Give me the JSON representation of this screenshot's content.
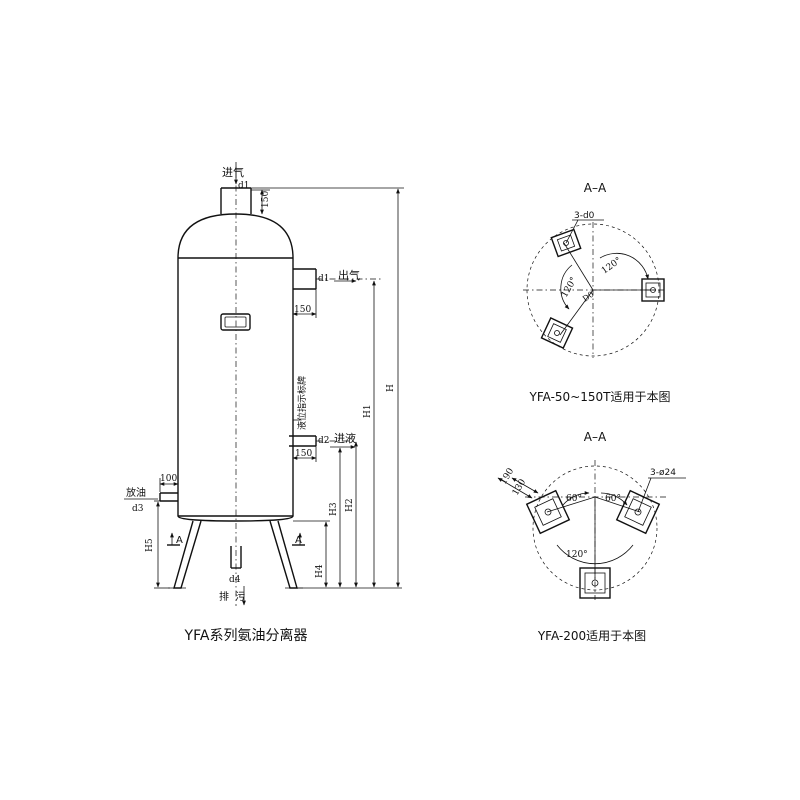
{
  "left": {
    "caption": "YFA系列氨油分离器",
    "inlet_label": "进气",
    "outlet_label": "出气",
    "liquid_in_label": "进液",
    "oil_drain_label": "放油",
    "sewage_label": "排污",
    "level_plate_label": "液位指示标牌",
    "d1_top": "d1",
    "d1_side": "d1",
    "d2": "d2",
    "d3": "d3",
    "d4": "d4",
    "dim_150_top": "150",
    "dim_150_outlet": "150",
    "dim_150_liquid": "150",
    "dim_100": "100",
    "H": "H",
    "H1": "H1",
    "H2": "H2",
    "H3": "H3",
    "H4": "H4",
    "H5": "H5",
    "section_a_left": "A",
    "section_a_right": "A"
  },
  "right_top": {
    "title": "A–A",
    "hole_label": "3-d0",
    "angle_1": "120°",
    "angle_2": "120°",
    "d0_mark": "D0",
    "caption": "YFA-50~150T适用于本图"
  },
  "right_bottom": {
    "title": "A–A",
    "hole_label": "3-ø24",
    "dim_190": "190",
    "dim_130": "130",
    "angle_60_left": "60°",
    "angle_60_right": "60°",
    "angle_120": "120°",
    "caption": "YFA-200适用于本图"
  }
}
